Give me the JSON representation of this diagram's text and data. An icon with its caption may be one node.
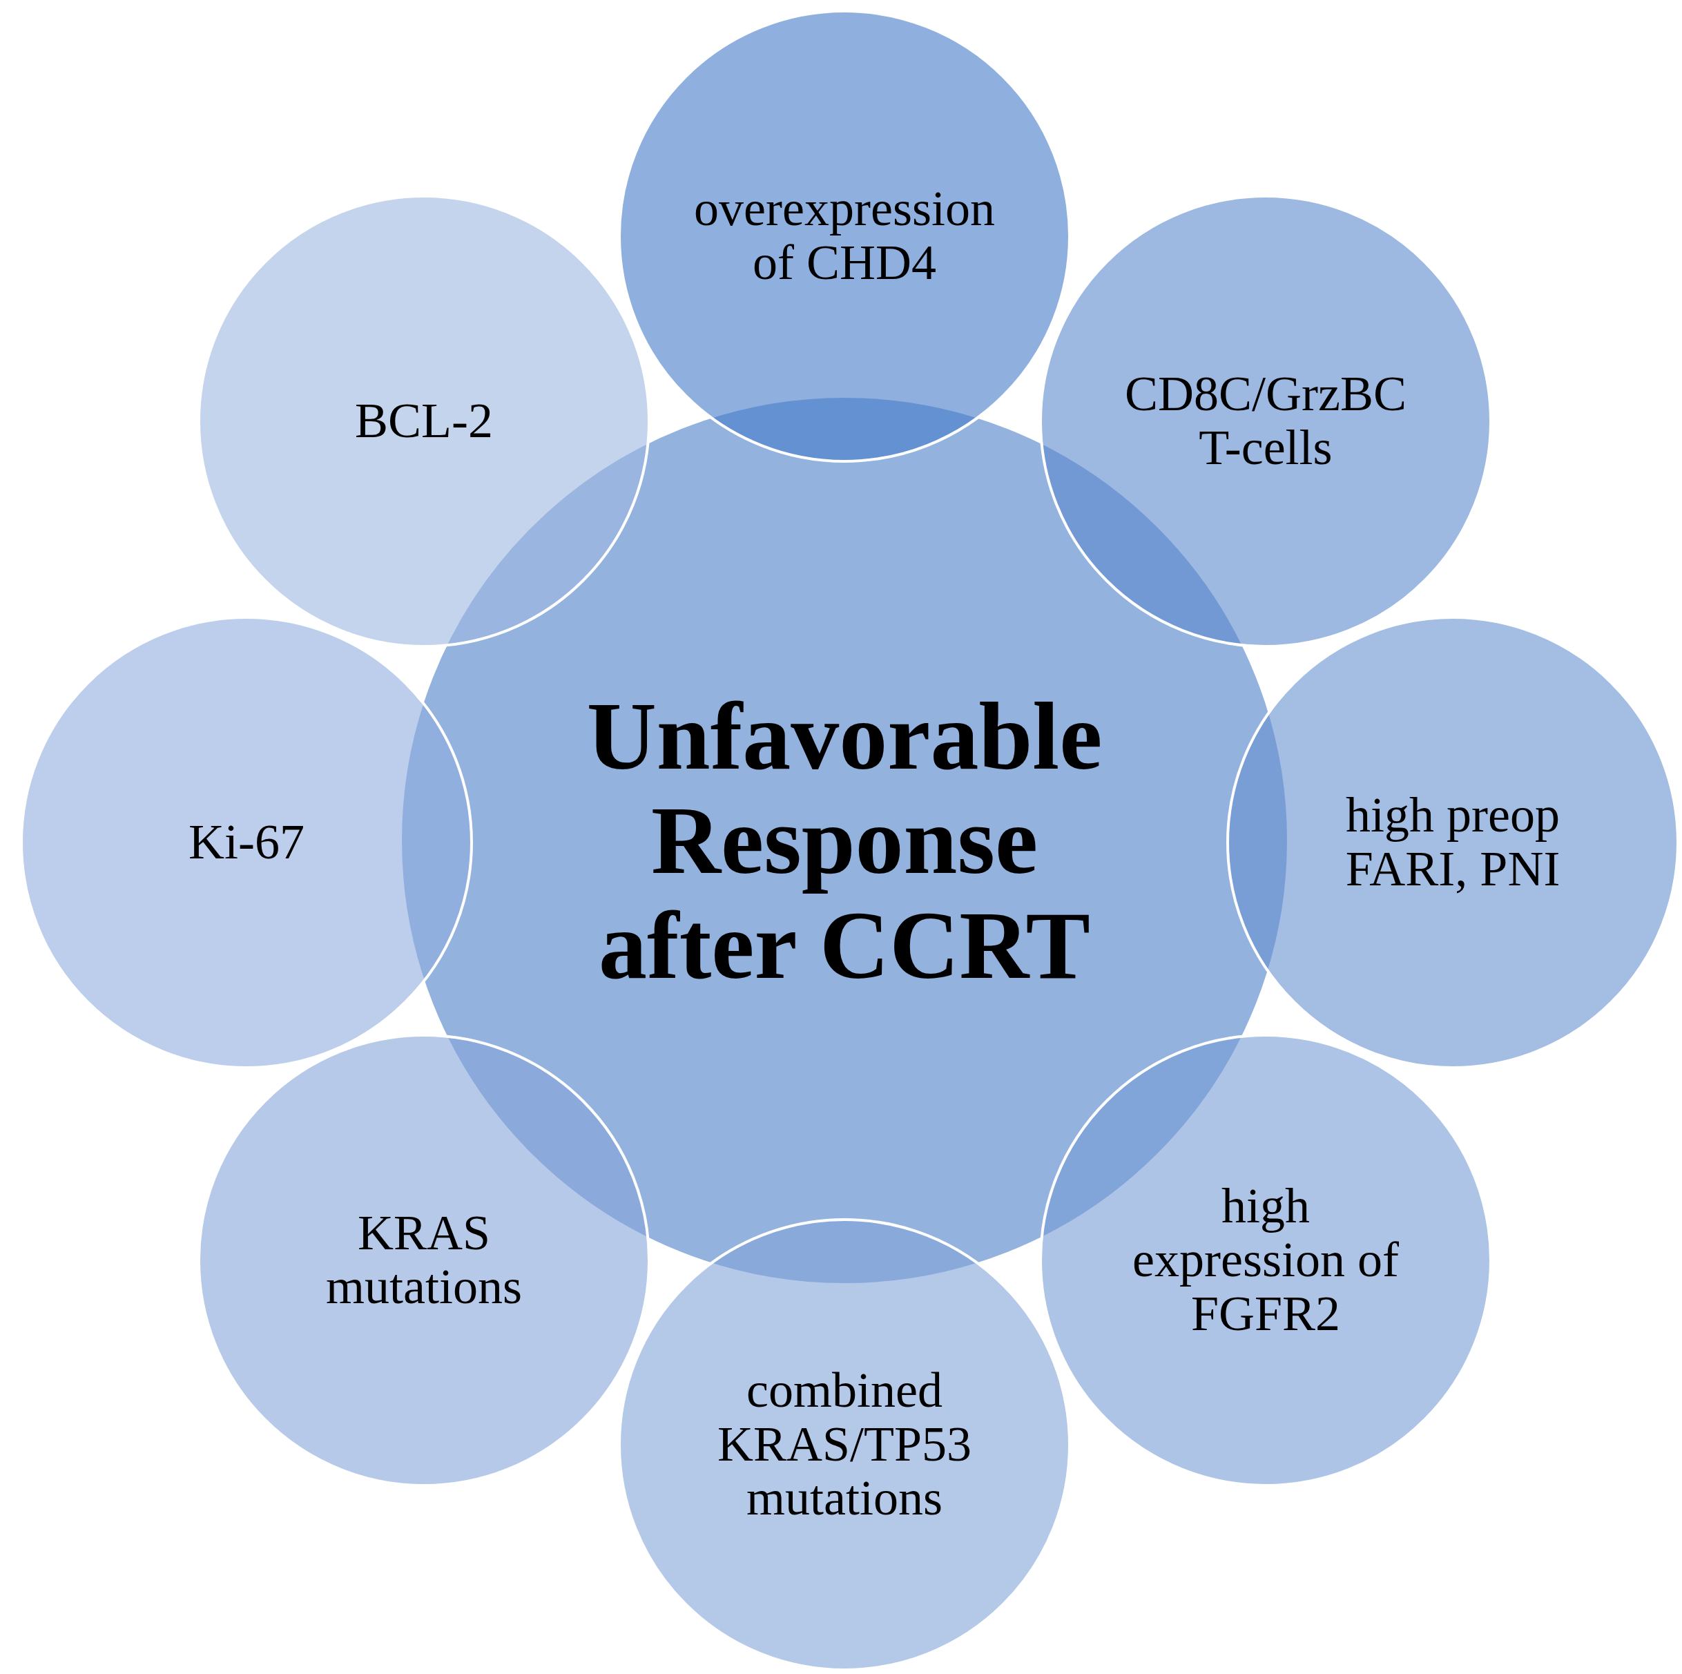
{
  "diagram": {
    "nodes": [
      {
        "text": [
          "Unfavorable Response after CCRT"
        ]
      },
      {
        "text": [
          "overexpression of CHD4"
        ]
      },
      {
        "text": [
          "CD8C/GrzBC T-cells"
        ]
      },
      {
        "text": [
          "high preop FARI, PNI"
        ]
      },
      {
        "text": [
          "high expression of FGFR2"
        ]
      },
      {
        "text": [
          "combined KRAS/TP53 mutations"
        ]
      },
      {
        "text": [
          "KRAS mutations"
        ]
      },
      {
        "text": [
          "Ki-67"
        ]
      },
      {
        "text": [
          "BCL-2"
        ]
      }
    ]
  }
}
